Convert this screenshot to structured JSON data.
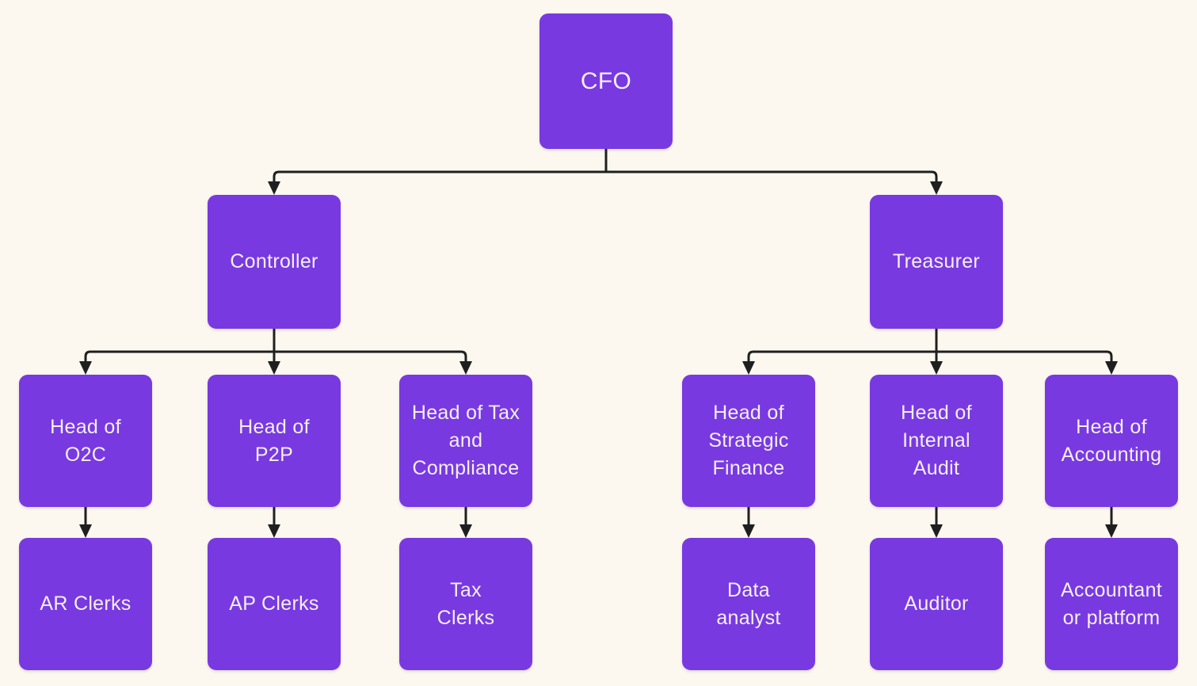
{
  "colors": {
    "background": "#FCF8EF",
    "node_fill": "#7939E0",
    "node_text": "#F3EFF9",
    "connector": "#1F1F1F"
  },
  "nodes": {
    "cfo": {
      "label": "CFO"
    },
    "controller": {
      "label": "Controller"
    },
    "treasurer": {
      "label": "Treasurer"
    },
    "head_o2c": {
      "label": "Head of\nO2C"
    },
    "head_p2p": {
      "label": "Head of\nP2P"
    },
    "head_tax_compliance": {
      "label": "Head of Tax\nand\nCompliance"
    },
    "head_strategic_finance": {
      "label": "Head of\nStrategic\nFinance"
    },
    "head_internal_audit": {
      "label": "Head of\nInternal\nAudit"
    },
    "head_accounting": {
      "label": "Head of\nAccounting"
    },
    "ar_clerks": {
      "label": "AR Clerks"
    },
    "ap_clerks": {
      "label": "AP Clerks"
    },
    "tax_clerks": {
      "label": "Tax\nClerks"
    },
    "data_analyst": {
      "label": "Data\nanalyst"
    },
    "auditor": {
      "label": "Auditor"
    },
    "accountant_or_platform": {
      "label": "Accountant\nor platform"
    }
  },
  "edges": [
    {
      "from": "cfo",
      "to": "controller"
    },
    {
      "from": "cfo",
      "to": "treasurer"
    },
    {
      "from": "controller",
      "to": "head_o2c"
    },
    {
      "from": "controller",
      "to": "head_p2p"
    },
    {
      "from": "controller",
      "to": "head_tax_compliance"
    },
    {
      "from": "treasurer",
      "to": "head_strategic_finance"
    },
    {
      "from": "treasurer",
      "to": "head_internal_audit"
    },
    {
      "from": "treasurer",
      "to": "head_accounting"
    },
    {
      "from": "head_o2c",
      "to": "ar_clerks"
    },
    {
      "from": "head_p2p",
      "to": "ap_clerks"
    },
    {
      "from": "head_tax_compliance",
      "to": "tax_clerks"
    },
    {
      "from": "head_strategic_finance",
      "to": "data_analyst"
    },
    {
      "from": "head_internal_audit",
      "to": "auditor"
    },
    {
      "from": "head_accounting",
      "to": "accountant_or_platform"
    }
  ]
}
